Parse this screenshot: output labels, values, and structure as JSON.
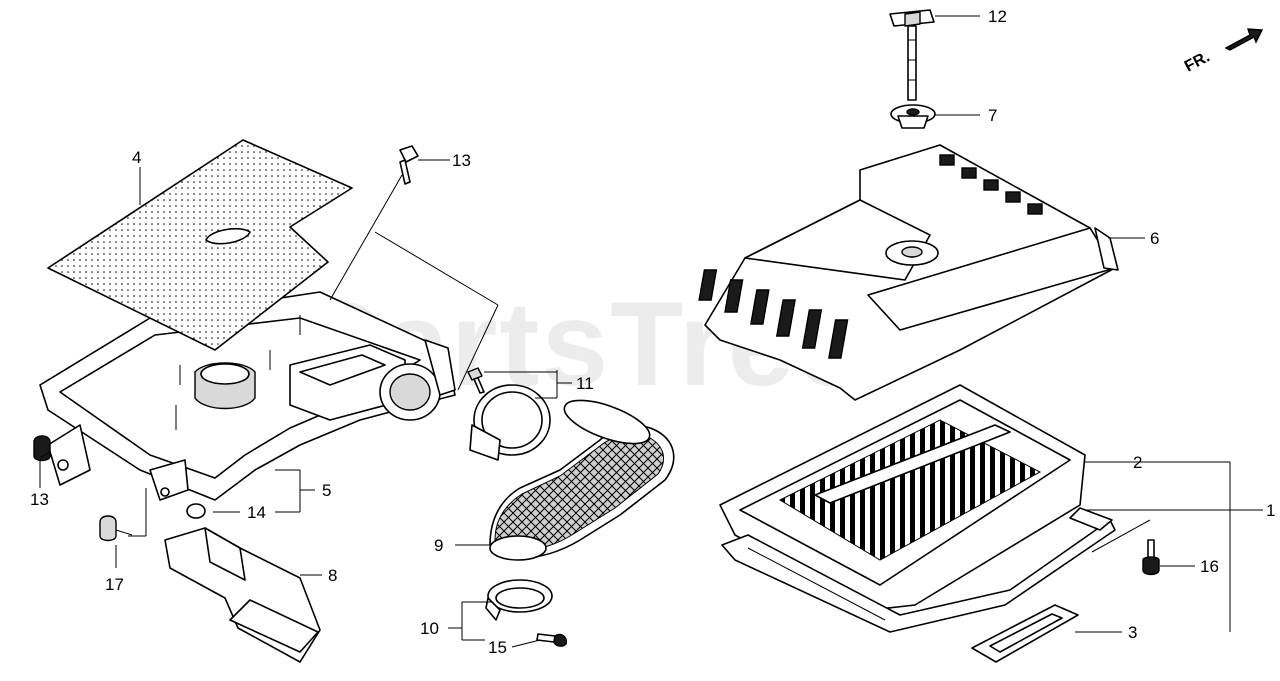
{
  "watermark": "PartsTree",
  "direction_label": "FR.",
  "callouts": {
    "c1": "1",
    "c2": "2",
    "c3": "3",
    "c4": "4",
    "c5": "5",
    "c6": "6",
    "c7": "7",
    "c8": "8",
    "c9": "9",
    "c10": "10",
    "c11": "11",
    "c12": "12",
    "c13a": "13",
    "c13b": "13",
    "c14": "14",
    "c15": "15",
    "c16": "16",
    "c17": "17"
  }
}
